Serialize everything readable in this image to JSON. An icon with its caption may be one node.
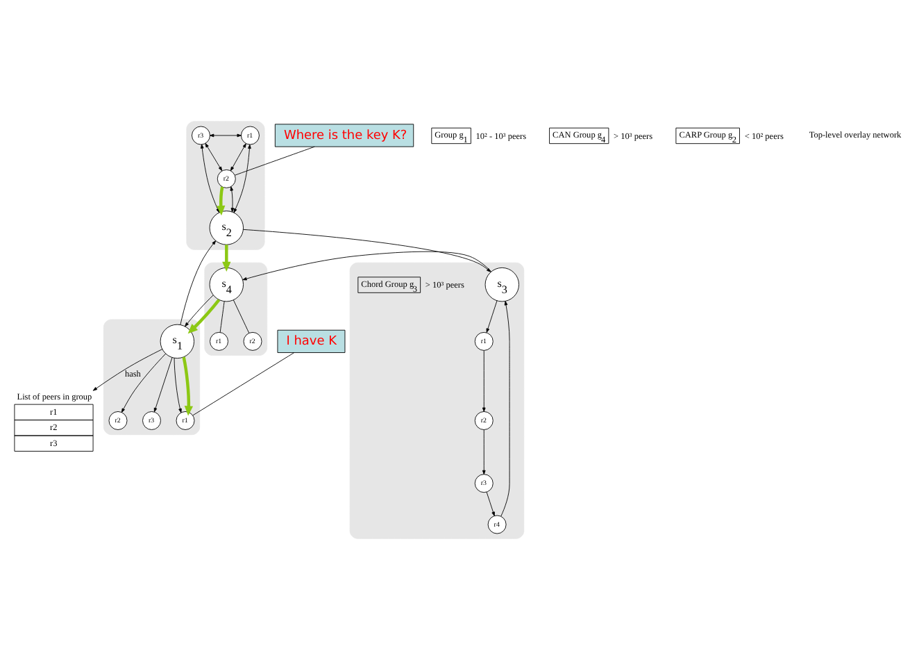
{
  "diagram": {
    "nodes": [
      {
        "text": [],
        "shape": "box"
      },
      {
        "text": [
          "r1"
        ],
        "in": 0
      },
      {
        "text": [
          "r2"
        ],
        "in": 0
      },
      {
        "text": [
          "r3"
        ],
        "in": 0
      },
      {
        "text": [
          "s$_{1}$"
        ],
        "in": 0
      },
      {
        "text": [],
        "shape": "box"
      },
      {
        "text": [
          "r1"
        ],
        "in": 5
      },
      {
        "text": [
          "r2"
        ],
        "in": 5
      },
      {
        "text": [
          "s$_{4}$"
        ],
        "in": 5
      },
      {
        "text": [],
        "shape": "box"
      },
      {
        "text": [
          "s$_{2}$"
        ],
        "in": 9
      },
      {
        "text": [
          "r1"
        ],
        "in": 9
      },
      {
        "text": [
          "r3"
        ],
        "in": 9
      },
      {
        "text": [
          "r2"
        ],
        "in": 9
      },
      {
        "text": [],
        "shape": "box"
      },
      {
        "text": [
          "s$_{3}$"
        ],
        "in": 14
      },
      {
        "text": [
          "Chord Group g$_{3}$"
        ],
        "beside": [
          "> 10³ peers"
        ],
        "in": 14
      },
      {
        "text": [
          "r1"
        ],
        "in": 14
      },
      {
        "text": [
          "r4"
        ],
        "in": 14
      },
      {
        "text": [
          "r3"
        ],
        "in": 14
      },
      {
        "text": [
          "r2"
        ],
        "in": 14
      },
      {
        "text": [
          "Group g$_{1}$"
        ],
        "beside": [
          "10² - 10³ peers"
        ]
      },
      {
        "text": [
          "CAN Group g$_{4}$"
        ],
        "beside": [
          "> 10³ peers"
        ]
      },
      {
        "text": [
          "CARP Group g$_{2}$"
        ],
        "beside": [
          "< 10² peers"
        ]
      },
      {
        "text": [
          "List of peers in group",
          "r1",
          "r2",
          "r3"
        ]
      },
      {
        "text": [
          "I have K"
        ]
      },
      {
        "text": [
          "Where is the key K?"
        ]
      }
    ],
    "edges": [
      {
        "from": 4,
        "to": 1,
        "arrow": "to"
      },
      {
        "from": 4,
        "to": 2,
        "arrow": "to"
      },
      {
        "from": 4,
        "to": 3,
        "arrow": "to"
      },
      {
        "from": 4,
        "to": 24,
        "arrow": "to",
        "label": "hash"
      },
      {
        "from": 8,
        "to": 4,
        "arrow": "to"
      },
      {
        "from": 4,
        "to": 10,
        "arrow": "to"
      },
      {
        "from": 10,
        "to": 15,
        "arrow": "to"
      },
      {
        "from": 15,
        "to": 8,
        "arrow": "to"
      },
      {
        "from": 8,
        "to": 6,
        "arrow": "none"
      },
      {
        "from": 8,
        "to": 7,
        "arrow": "none"
      },
      {
        "from": 10,
        "to": 11,
        "arrow": "both"
      },
      {
        "from": 10,
        "to": 12,
        "arrow": "both"
      },
      {
        "from": 10,
        "to": 13,
        "arrow": "both"
      },
      {
        "from": 11,
        "to": 12,
        "arrow": "both"
      },
      {
        "from": 11,
        "to": 13,
        "arrow": "both"
      },
      {
        "from": 12,
        "to": 13,
        "arrow": "both"
      },
      {
        "from": 15,
        "to": 17,
        "arrow": "to"
      },
      {
        "from": 17,
        "to": 20,
        "arrow": "to"
      },
      {
        "from": 20,
        "to": 19,
        "arrow": "to"
      },
      {
        "from": 19,
        "to": 18,
        "arrow": "to"
      },
      {
        "from": 18,
        "to": 15,
        "arrow": "to"
      },
      {
        "from": 13,
        "to": 10,
        "arrow": "to",
        "style": "thick",
        "color": "#8cc814"
      },
      {
        "from": 10,
        "to": 8,
        "arrow": "to",
        "style": "thick",
        "color": "#8cc814"
      },
      {
        "from": 8,
        "to": 4,
        "arrow": "to",
        "style": "thick",
        "color": "#8cc814"
      },
      {
        "from": 4,
        "to": 1,
        "arrow": "to",
        "style": "thick",
        "color": "#8cc814"
      },
      {
        "from": 25,
        "to": 1,
        "arrow": "none"
      },
      {
        "from": 26,
        "to": 13,
        "arrow": "none"
      }
    ],
    "labels": [
      "Top-level overlay network"
    ]
  }
}
